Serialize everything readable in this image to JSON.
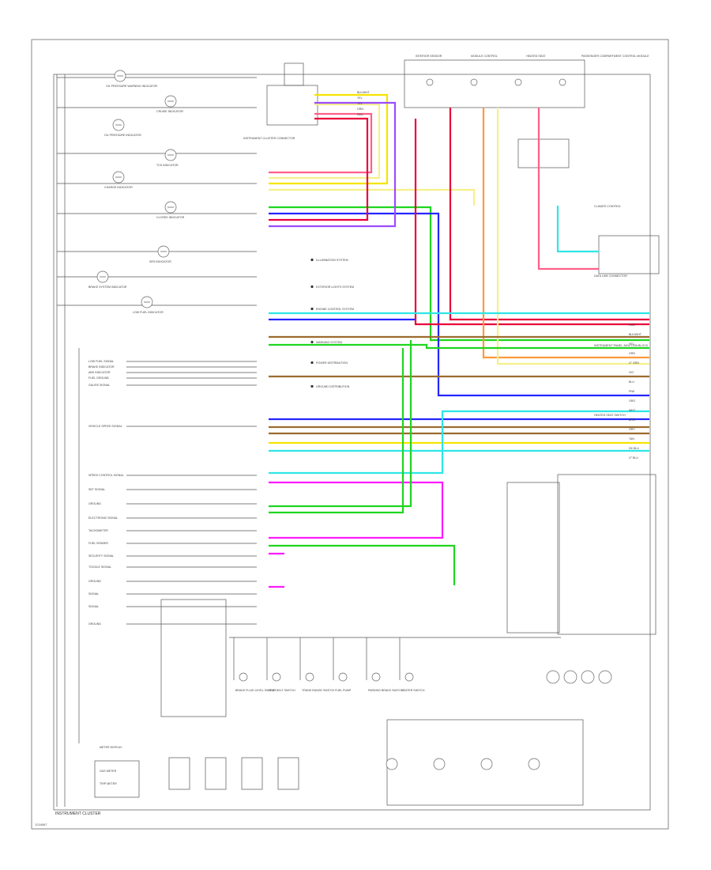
{
  "diagram": {
    "footer_label": "INSTRUMENT CLUSTER",
    "corner_code": "1234567"
  },
  "indicators_left": [
    {
      "name": "OIL PRESSURE WARNING INDICATOR"
    },
    {
      "name": "CRUISE INDICATOR"
    },
    {
      "name": "OIL PRESSURE INDICATOR"
    },
    {
      "name": "TCS INDICATOR"
    },
    {
      "name": "CHARGE INDICATOR"
    },
    {
      "name": "CLOSED INDICATOR"
    },
    {
      "name": "SRS INDICATOR"
    },
    {
      "name": "BRAKE SYSTEM INDICATOR"
    },
    {
      "name": "LOW FUEL INDICATOR"
    }
  ],
  "gauge_labels": [
    "LOW FUEL SIGNAL",
    "BRAKE INDICATOR",
    "ABS INDICATOR",
    "FUEL GROUND",
    "GAUGE SIGNAL",
    "VEHICLE SPEED SIGNAL",
    "SPEED CONTROL SIGNAL",
    "SET SIGNAL",
    "GROUND",
    "ELECTRONIC SIGNAL",
    "TACHOMETER",
    "FUEL SENDER",
    "SECURITY SIGNAL",
    "TOGGLE SIGNAL",
    "GROUND",
    "SIGNAL",
    "SIGNAL",
    "GROUND"
  ],
  "connector_top": {
    "title": "INSTRUMENT CLUSTER CONNECTOR",
    "pins": [
      "BLK/WHT",
      "YEL",
      "YEL",
      "GRN",
      "RED"
    ]
  },
  "top_modules": [
    {
      "name": "INTERIOR SENSOR"
    },
    {
      "name": "MODULE CONTROL"
    },
    {
      "name": "HEATED SEAT"
    },
    {
      "name": "PASSENGER COMPARTMENT CONTROL MODULE"
    }
  ],
  "right_modules": [
    {
      "name": "CLIMATE CONTROL"
    },
    {
      "name": "DATA LINK CONNECTOR"
    },
    {
      "name": "INSTRUMENT PANEL JUNCTION BLOCK"
    },
    {
      "name": "HEATED SEAT SWITCH"
    }
  ],
  "wire_labels": [
    "RED",
    "BLK/WHT",
    "YEL",
    "GRN",
    "LT GRN",
    "VIO",
    "BLU",
    "PNK",
    "ORG",
    "WHT",
    "BRN",
    "GRY",
    "TAN",
    "DK BLU",
    "LT BLU"
  ],
  "side_notes": [
    "ILLUMINATION SYSTEM",
    "EXTERIOR LIGHTS SYSTEM",
    "ENGINE CONTROL SYSTEM",
    "WARNING SYSTEM",
    "POWER DISTRIBUTION",
    "GROUND DISTRIBUTION"
  ],
  "bottom_components": [
    {
      "name": "BRAKE FLUID LEVEL SWITCH"
    },
    {
      "name": "SEAT BELT SWITCH"
    },
    {
      "name": "TRANS RANGE SWITCH"
    },
    {
      "name": "FUEL PUMP"
    },
    {
      "name": "PARKING BRAKE SWITCH"
    },
    {
      "name": "HEATER SWITCH"
    }
  ],
  "meter_box": {
    "title": "METER DISPLAY",
    "lines": [
      "GAS METER",
      "TRIP METER"
    ]
  },
  "colors": {
    "red": "#e8003a",
    "yellow": "#f5e400",
    "green": "#1fd61f",
    "blue": "#2525ff",
    "cyan": "#2ee6e6",
    "magenta": "#ff1aff",
    "orange": "#ff9a3c",
    "pink": "#ff5f8a",
    "purple": "#9b4dff",
    "brown": "#9c6b2e",
    "lightyellow": "#f6f08a",
    "teal": "#1bbfa0"
  }
}
